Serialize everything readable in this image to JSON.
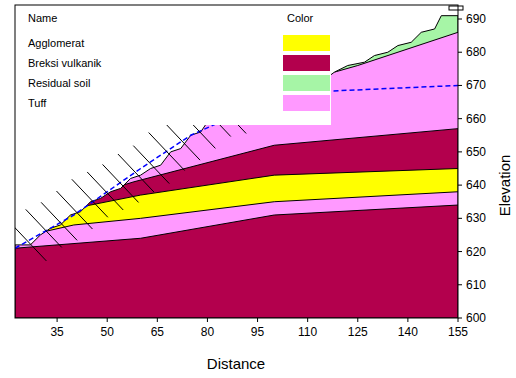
{
  "diagram": {
    "labels": [
      "Name",
      "Color",
      "35",
      "50",
      "65",
      "80",
      "95",
      "110",
      "125",
      "140",
      "155",
      "690",
      "680",
      "670",
      "660",
      "650",
      "640",
      "630",
      "620",
      "610",
      "600",
      "Distance",
      "Elevation"
    ],
    "legend": [
      {
        "text": "Agglomerat",
        "color": "#ffff00"
      },
      {
        "text": "Breksi vulkanik",
        "color": "#b3004d"
      },
      {
        "text": "Residual soil",
        "color": "#a6f5a6"
      },
      {
        "text": "Tuff",
        "color": "#ff99ff"
      }
    ]
  }
}
